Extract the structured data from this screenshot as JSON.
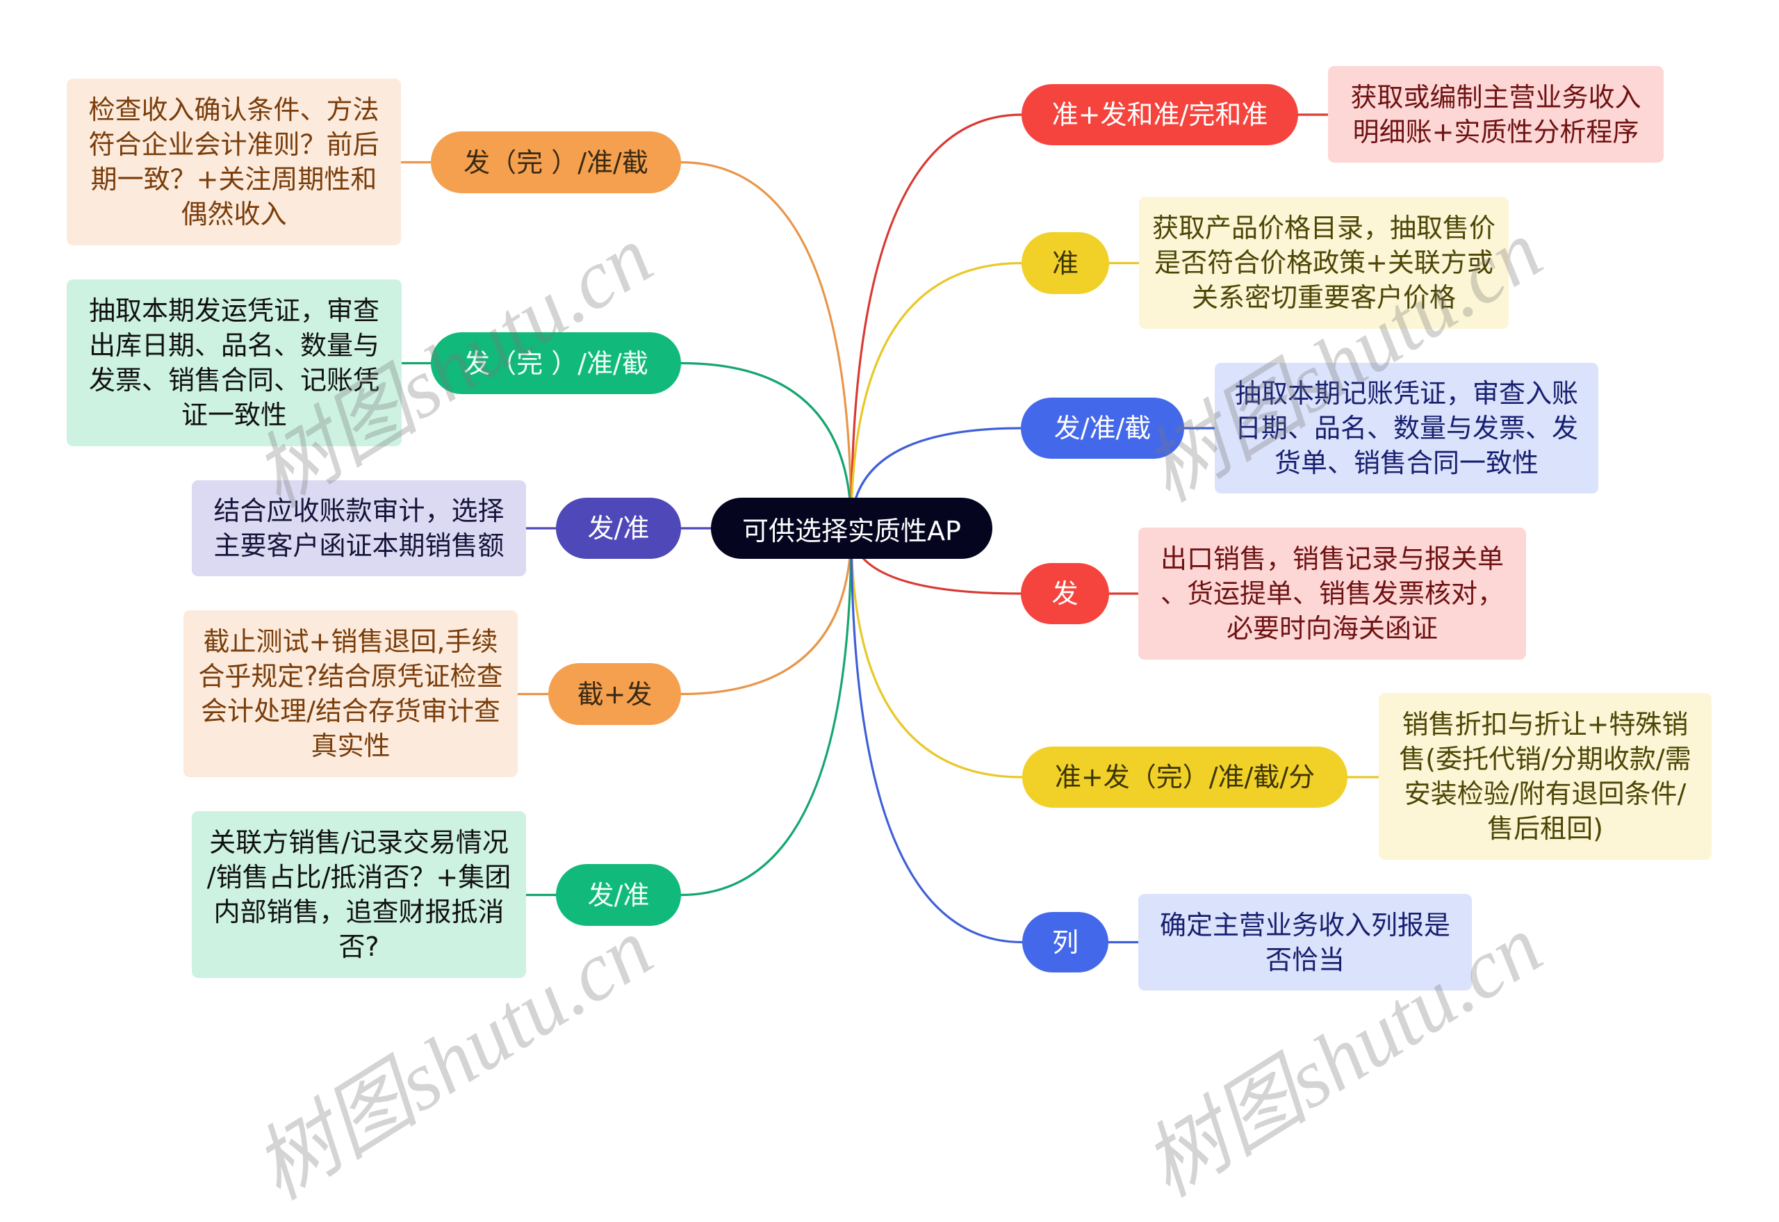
{
  "diagram": {
    "center": {
      "label": "可供选择实质性AP",
      "bg": "#050520",
      "fg": "#ffffff"
    },
    "left_branches": [
      {
        "label": "发（完 ）/准/截",
        "pill_bg": "#f4a04f",
        "pill_fg": "#3a2912",
        "line_color": "#e8964a",
        "detail": {
          "lines": [
            "检查收入确认条件、方法",
            "符合企业会计准则？前后",
            "期一致？+关注周期性和",
            "偶然收入"
          ],
          "bg": "#fcebdc",
          "fg": "#7a3d0b"
        }
      },
      {
        "label": "发（完 ）/准/截",
        "pill_bg": "#11b97b",
        "pill_fg": "#f2fff9",
        "line_color": "#15a66f",
        "detail": {
          "lines": [
            "抽取本期发运凭证，审查",
            "出库日期、品名、数量与",
            "发票、销售合同、记账凭",
            "证一致性"
          ],
          "bg": "#cdf2e2",
          "fg": "#111111"
        }
      },
      {
        "label": "发/准",
        "pill_bg": "#4f48b8",
        "pill_fg": "#ffffff",
        "line_color": "#4f48b8",
        "detail": {
          "lines": [
            "结合应收账款审计，选择",
            "主要客户函证本期销售额"
          ],
          "bg": "#dcdaf3",
          "fg": "#15153a"
        }
      },
      {
        "label": "截+发",
        "pill_bg": "#f4a04f",
        "pill_fg": "#3a2912",
        "line_color": "#e8964a",
        "detail": {
          "lines": [
            "截止测试+销售退回,手续",
            "合乎规定?结合原凭证检查",
            "会计处理/结合存货审计查",
            "真实性"
          ],
          "bg": "#fcebdc",
          "fg": "#7a3d0b"
        }
      },
      {
        "label": "发/准",
        "pill_bg": "#11b97b",
        "pill_fg": "#f2fff9",
        "line_color": "#15a66f",
        "detail": {
          "lines": [
            "关联方销售/记录交易情况",
            "/销售占比/抵消否？+集团",
            "内部销售，追查财报抵消",
            "否?"
          ],
          "bg": "#cdf2e2",
          "fg": "#111111"
        }
      }
    ],
    "right_branches": [
      {
        "label": "准+发和准/完和准",
        "pill_bg": "#f5443d",
        "pill_fg": "#ffffff",
        "line_color": "#d93a32",
        "detail": {
          "lines": [
            "获取或编制主营业务收入",
            "明细账+实质性分析程序"
          ],
          "bg": "#fdd7d6",
          "fg": "#6e1212"
        }
      },
      {
        "label": "准",
        "pill_bg": "#f1d027",
        "pill_fg": "#3b3407",
        "line_color": "#e9c82a",
        "detail": {
          "lines": [
            "获取产品价格目录，抽取售价",
            "是否符合价格政策+关联方或",
            "关系密切重要客户价格"
          ],
          "bg": "#fcf6d6",
          "fg": "#4d4606"
        }
      },
      {
        "label": "发/准/截",
        "pill_bg": "#4468ea",
        "pill_fg": "#ffffff",
        "line_color": "#3f5fd9",
        "detail": {
          "lines": [
            "抽取本期记账凭证，审查入账",
            "日期、品名、数量与发票、发",
            "货单、销售合同一致性"
          ],
          "bg": "#dbe2fb",
          "fg": "#172070"
        }
      },
      {
        "label": "发",
        "pill_bg": "#f5443d",
        "pill_fg": "#ffffff",
        "line_color": "#d93a32",
        "detail": {
          "lines": [
            "出口销售，销售记录与报关单",
            "、货运提单、销售发票核对，",
            "必要时向海关函证"
          ],
          "bg": "#fdd7d6",
          "fg": "#6e1212"
        }
      },
      {
        "label": "准+发（完）/准/截/分",
        "pill_bg": "#f1d027",
        "pill_fg": "#3b3407",
        "line_color": "#e9c82a",
        "detail": {
          "lines": [
            "销售折扣与折让+特殊销",
            "售(委托代销/分期收款/需",
            "安装检验/附有退回条件/",
            "售后租回)"
          ],
          "bg": "#fcf6d6",
          "fg": "#4d4606"
        }
      },
      {
        "label": "列",
        "pill_bg": "#4468ea",
        "pill_fg": "#ffffff",
        "line_color": "#3f5fd9",
        "detail": {
          "lines": [
            "确定主营业务收入列报是",
            "否恰当"
          ],
          "bg": "#dbe2fb",
          "fg": "#172070"
        }
      }
    ]
  },
  "watermarks": [
    "树图shutu.cn",
    "树图shutu.cn",
    "树图shutu.cn",
    "树图shutu.cn"
  ]
}
